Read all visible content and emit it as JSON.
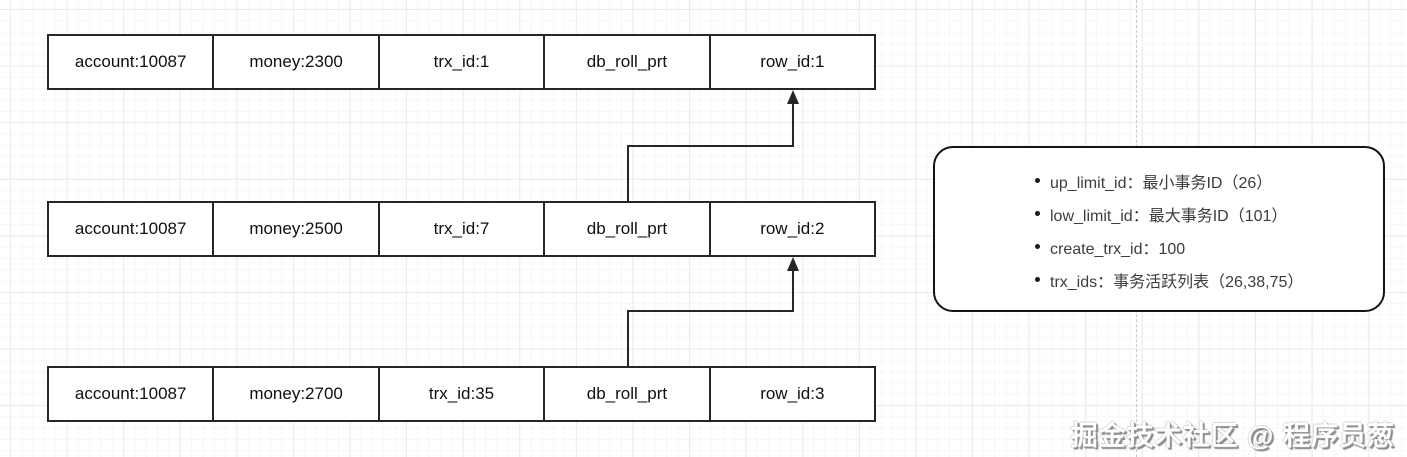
{
  "diagram": {
    "rows": [
      {
        "cells": [
          "account:10087",
          "money:2300",
          "trx_id:1",
          "db_roll_prt",
          "row_id:1"
        ]
      },
      {
        "cells": [
          "account:10087",
          "money:2500",
          "trx_id:7",
          "db_roll_prt",
          "row_id:2"
        ]
      },
      {
        "cells": [
          "account:10087",
          "money:2700",
          "trx_id:35",
          "db_roll_prt",
          "row_id:3"
        ]
      }
    ],
    "readview": {
      "items": [
        "up_limit_id：最小事务ID（26）",
        "low_limit_id：最大事务ID（101）",
        "create_trx_id：100",
        "trx_ids：事务活跃列表（26,38,75）"
      ]
    },
    "watermark": "掘金技术社区 @ 程序员葱",
    "colors": {
      "line": "#262626",
      "cell_text": "#0f0f0f",
      "readview_text": "#3d3d3d",
      "grid_major": "#ebebeb",
      "grid_minor": "#f7f7f7",
      "page_divider": "#c9c9c9"
    }
  }
}
